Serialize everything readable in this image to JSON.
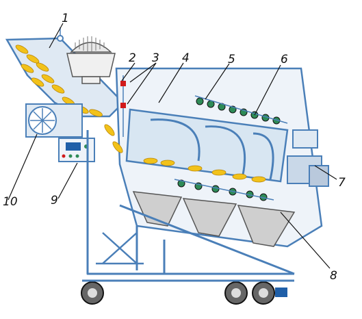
{
  "diagram": {
    "callouts": [
      {
        "id": "1",
        "text": "1"
      },
      {
        "id": "2",
        "text": "2"
      },
      {
        "id": "3",
        "text": "3"
      },
      {
        "id": "4",
        "text": "4"
      },
      {
        "id": "5",
        "text": "5"
      },
      {
        "id": "6",
        "text": "6"
      },
      {
        "id": "7",
        "text": "7"
      },
      {
        "id": "8",
        "text": "8"
      },
      {
        "id": "9",
        "text": "9"
      },
      {
        "id": "10",
        "text": "10"
      }
    ]
  },
  "colors": {
    "frame": "#4a7fb8",
    "light_fill": "#dfe9f3",
    "grain": "#f2c21a",
    "grain_edge": "#b8860b",
    "hopper_fill": "#cfcfcf",
    "sensor_green": "#2e8b57",
    "panel_blue": "#1f5fa8",
    "red": "#d11a1a"
  },
  "icons": [
    "fan-icon",
    "control-panel-icon",
    "motor-icon",
    "wheel-icon",
    "sensor-icon"
  ]
}
